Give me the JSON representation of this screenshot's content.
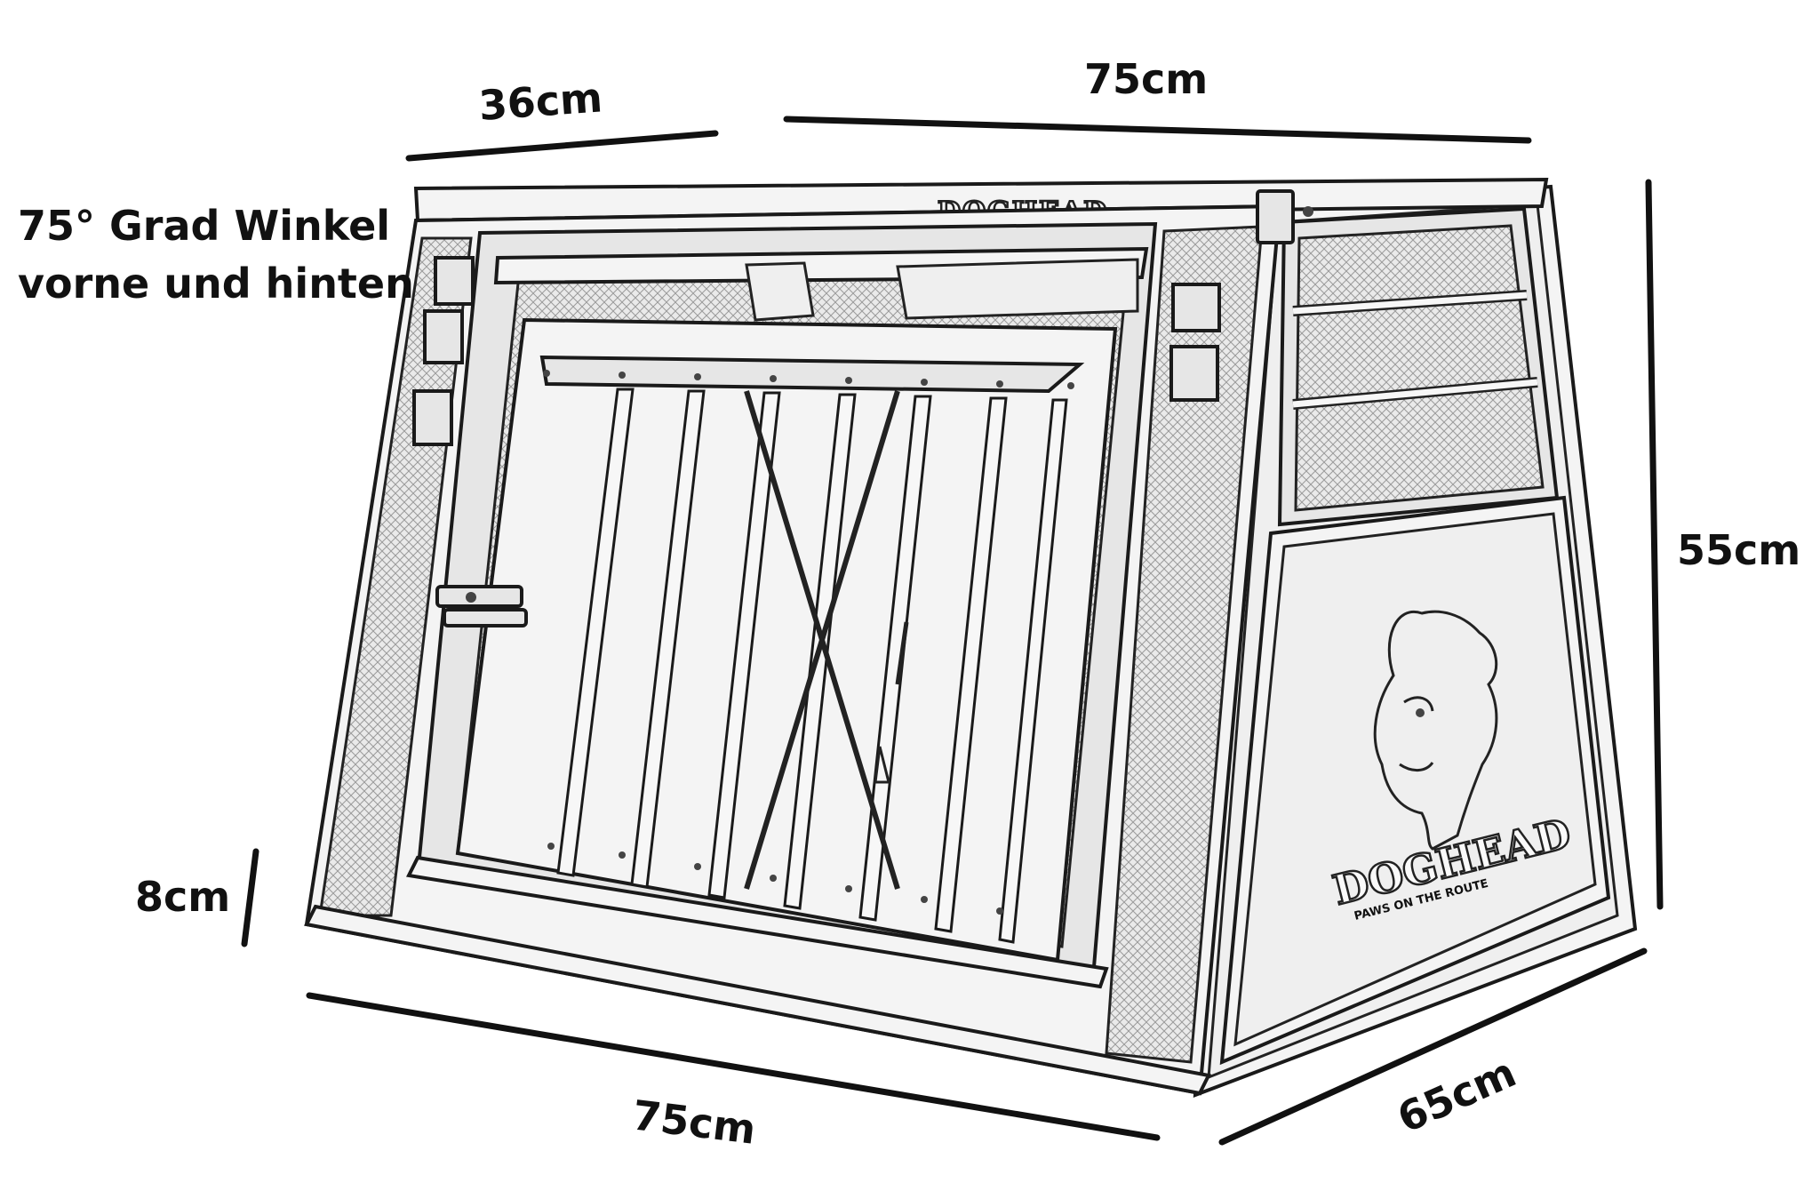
{
  "dimensions": {
    "top_depth": "36cm",
    "top_width": "75cm",
    "height": "55cm",
    "bottom_offset": "8cm",
    "bottom_width": "75cm",
    "bottom_depth": "65cm"
  },
  "note": {
    "line1": "75° Grad Winkel",
    "line2": "vorne und hinten"
  },
  "branding": {
    "top_logo": "DOGHEAD",
    "side_logo": "DOGHEAD",
    "side_tagline": "PAWS ON THE ROUTE"
  }
}
